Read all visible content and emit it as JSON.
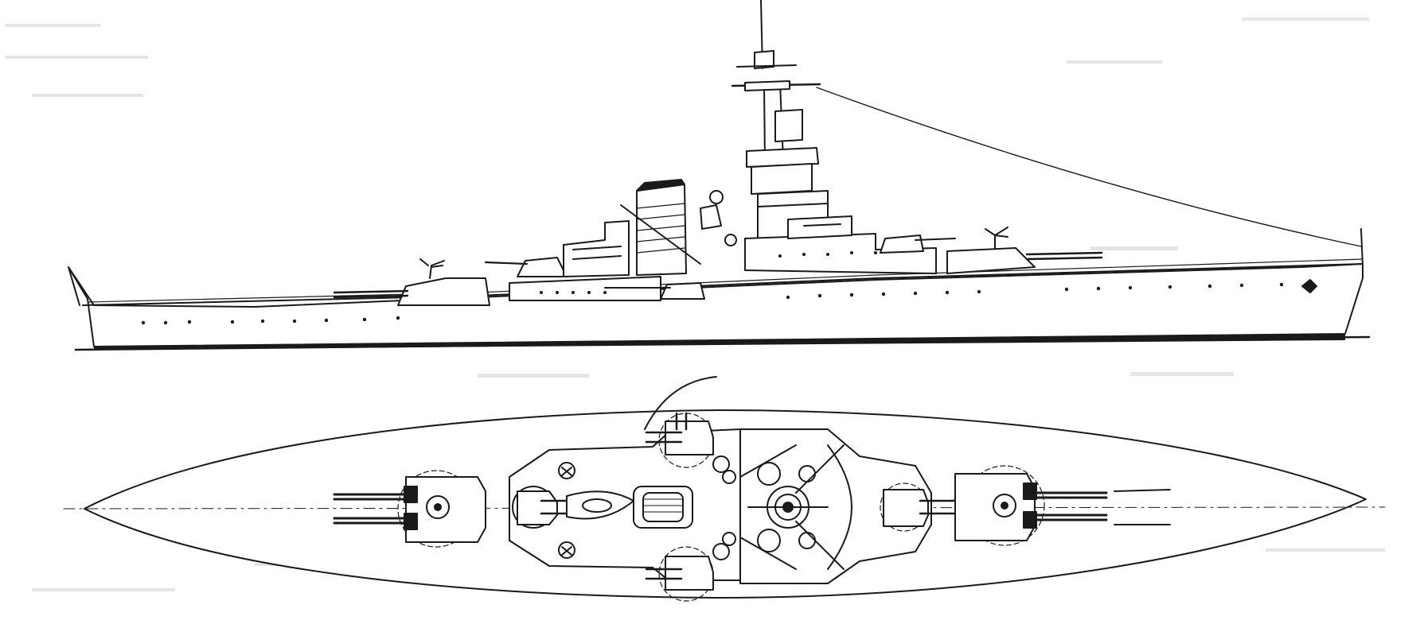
{
  "figure": {
    "kind": "warship line drawing",
    "views": [
      "profile",
      "plan"
    ]
  },
  "colors": {
    "ink": "#1a1a1a",
    "paper": "#ffffff",
    "bleed_through": "#cfcfcf"
  }
}
